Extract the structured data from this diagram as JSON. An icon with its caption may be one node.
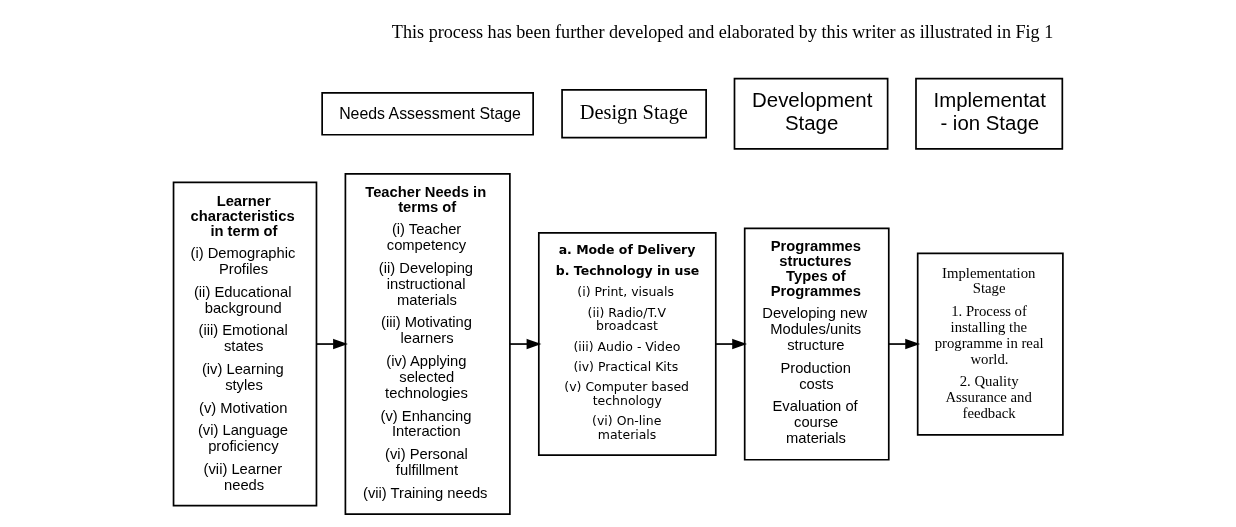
{
  "diagram": {
    "nodes": [
      {
        "text": [
          "Needs Assessment Stage"
        ]
      },
      {
        "text": [
          "Design Stage"
        ]
      },
      {
        "text": [
          "Development Stage"
        ]
      },
      {
        "text": [
          "Implementat - ion Stage"
        ]
      },
      {
        "text": [
          "Learner characteristics in term of",
          "(i) Demographic Profiles",
          "(ii) Educational background",
          "(iii) Emotional states",
          "(iv) Learning styles",
          "(v) Motivation",
          "(vi) Language proficiency",
          "(vii) Learner needs"
        ]
      },
      {
        "text": [
          "Teacher Needs in terms of",
          "(i) Teacher competency",
          "(ii) Developing instructional materials",
          "(iii) Motivating learners",
          "(iv) Applying selected technologies",
          "(v) Enhancing Interaction",
          "(vi) Personal fulfillment",
          "(vii) Training needs"
        ]
      },
      {
        "text": [
          "a. Mode of Delivery",
          "b. Technology in use",
          "(i) Print, visuals",
          "(ii) Radio/T.V broadcast",
          "(iii) Audio - Video",
          "(iv) Practical Kits",
          "(v) Computer based technology",
          "(vi) On-line materials"
        ]
      },
      {
        "text": [
          "Programmes structures Types of Programmes",
          "Developing new Modules/units structure",
          "Production costs",
          "Evaluation of course materials"
        ]
      },
      {
        "text": [
          "Implementation Stage",
          "1. Process of installing the programme in real world.",
          "2. Quality Assurance and feedback"
        ]
      }
    ],
    "edges": [
      {
        "from": 4,
        "to": 5,
        "arrow": "to"
      },
      {
        "from": 5,
        "to": 6,
        "arrow": "to"
      },
      {
        "from": 6,
        "to": 7,
        "arrow": "to"
      },
      {
        "from": 7,
        "to": 8,
        "arrow": "to"
      }
    ],
    "labels": [
      "This process has been further developed and elaborated by this writer as illustrated in Fig 1"
    ]
  }
}
